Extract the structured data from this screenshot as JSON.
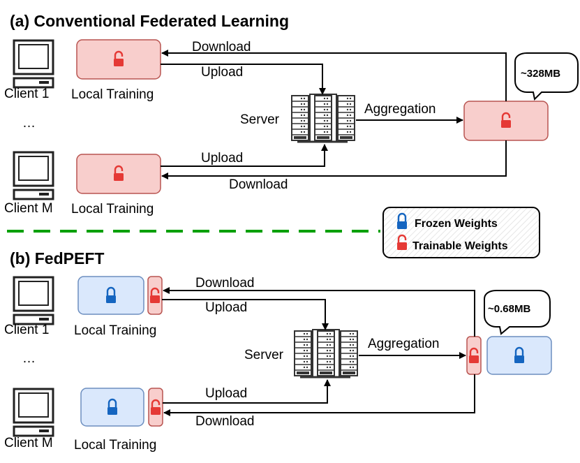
{
  "section_a": {
    "title": "(a) Conventional Federated Learning",
    "client_top": "Client 1",
    "client_bottom": "Client M",
    "ellipsis": "…",
    "local_training_top": "Local Training",
    "local_training_bottom": "Local Training",
    "download_top": "Download",
    "upload_top": "Upload",
    "upload_bottom": "Upload",
    "download_bottom": "Download",
    "server": "Server",
    "aggregation": "Aggregation",
    "size_bubble": "~328MB"
  },
  "section_b": {
    "title": "(b) FedPEFT",
    "client_top": "Client 1",
    "client_bottom": "Client M",
    "ellipsis": "…",
    "local_training_top": "Local Training",
    "local_training_bottom": "Local Training",
    "download_top": "Download",
    "upload_top": "Upload",
    "upload_bottom": "Upload",
    "download_bottom": "Download",
    "server": "Server",
    "aggregation": "Aggregation",
    "size_bubble": "~0.68MB"
  },
  "legend": {
    "frozen": "Frozen Weights",
    "trainable": "Trainable Weights"
  },
  "colors": {
    "trainable_fill": "#f8cecc",
    "trainable_stroke": "#b85450",
    "frozen_fill": "#dae8fc",
    "frozen_stroke": "#6c8ebf",
    "lock_red": "#e53935",
    "lock_blue": "#1565c0",
    "divider_green": "#00a000"
  }
}
